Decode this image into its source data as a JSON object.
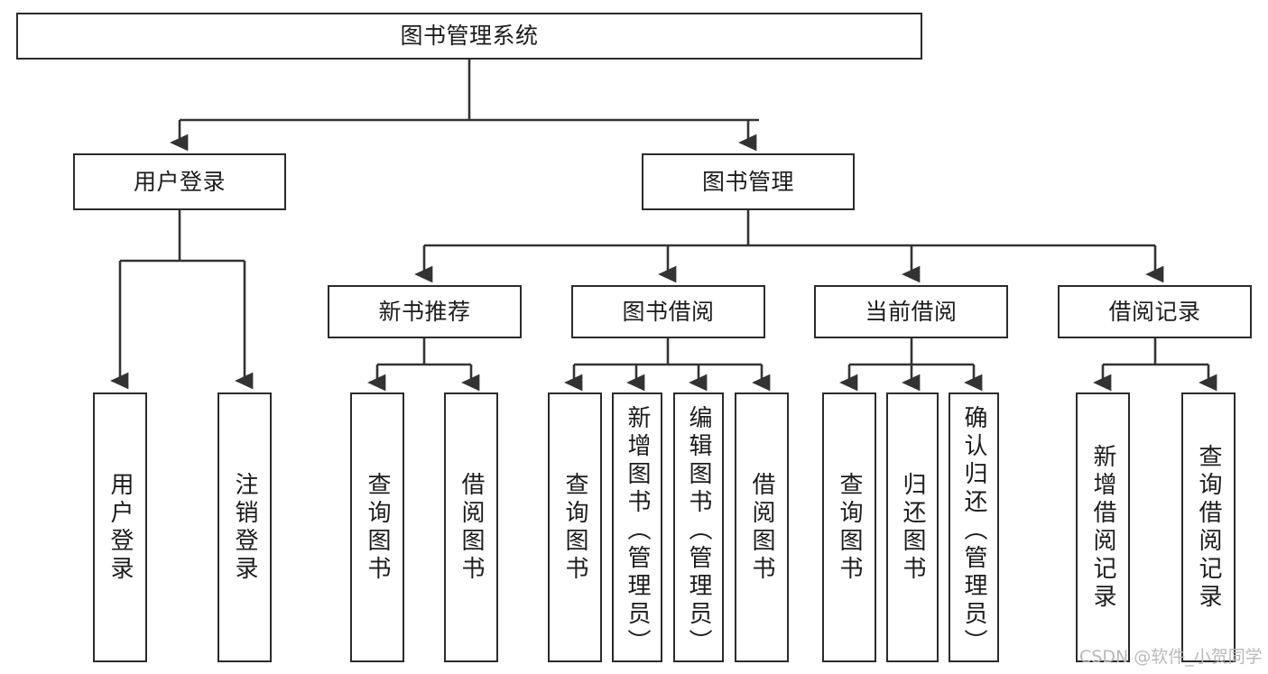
{
  "diagram": {
    "type": "tree",
    "title": "图书管理系统",
    "watermark": "CSDN @软件_小贺同学",
    "colors": {
      "node_border": "#2b2b2b",
      "node_fill": "#ffffff",
      "edge": "#333333",
      "text": "#1c1c1c",
      "watermark": "#b9b9b9"
    },
    "nodes": {
      "root": {
        "label": "图书管理系统"
      },
      "level2": [
        {
          "id": "user-login",
          "label": "用户登录"
        },
        {
          "id": "book-manage",
          "label": "图书管理"
        }
      ],
      "level3": [
        {
          "id": "new-book-recommend",
          "label": "新书推荐"
        },
        {
          "id": "book-borrow",
          "label": "图书借阅"
        },
        {
          "id": "current-borrow",
          "label": "当前借阅"
        },
        {
          "id": "borrow-record",
          "label": "借阅记录"
        }
      ],
      "leaves": [
        {
          "id": "leaf-user-login",
          "label": "用户登录",
          "parent": "user-login"
        },
        {
          "id": "leaf-logout",
          "label": "注销登录",
          "parent": "user-login"
        },
        {
          "id": "leaf-query-book-1",
          "label": "查询图书",
          "parent": "new-book-recommend"
        },
        {
          "id": "leaf-borrow-book-1",
          "label": "借阅图书",
          "parent": "new-book-recommend"
        },
        {
          "id": "leaf-query-book-2",
          "label": "查询图书",
          "parent": "book-borrow"
        },
        {
          "id": "leaf-add-book",
          "label": "新增图书（管理员）",
          "parent": "book-borrow"
        },
        {
          "id": "leaf-edit-book",
          "label": "编辑图书（管理员）",
          "parent": "book-borrow"
        },
        {
          "id": "leaf-borrow-book-2",
          "label": "借阅图书",
          "parent": "book-borrow"
        },
        {
          "id": "leaf-query-book-3",
          "label": "查询图书",
          "parent": "current-borrow"
        },
        {
          "id": "leaf-return-book",
          "label": "归还图书",
          "parent": "current-borrow"
        },
        {
          "id": "leaf-confirm-return",
          "label": "确认归还（管理员）",
          "parent": "current-borrow"
        },
        {
          "id": "leaf-add-record",
          "label": "新增借阅记录",
          "parent": "borrow-record"
        },
        {
          "id": "leaf-query-record",
          "label": "查询借阅记录",
          "parent": "borrow-record"
        }
      ]
    }
  }
}
